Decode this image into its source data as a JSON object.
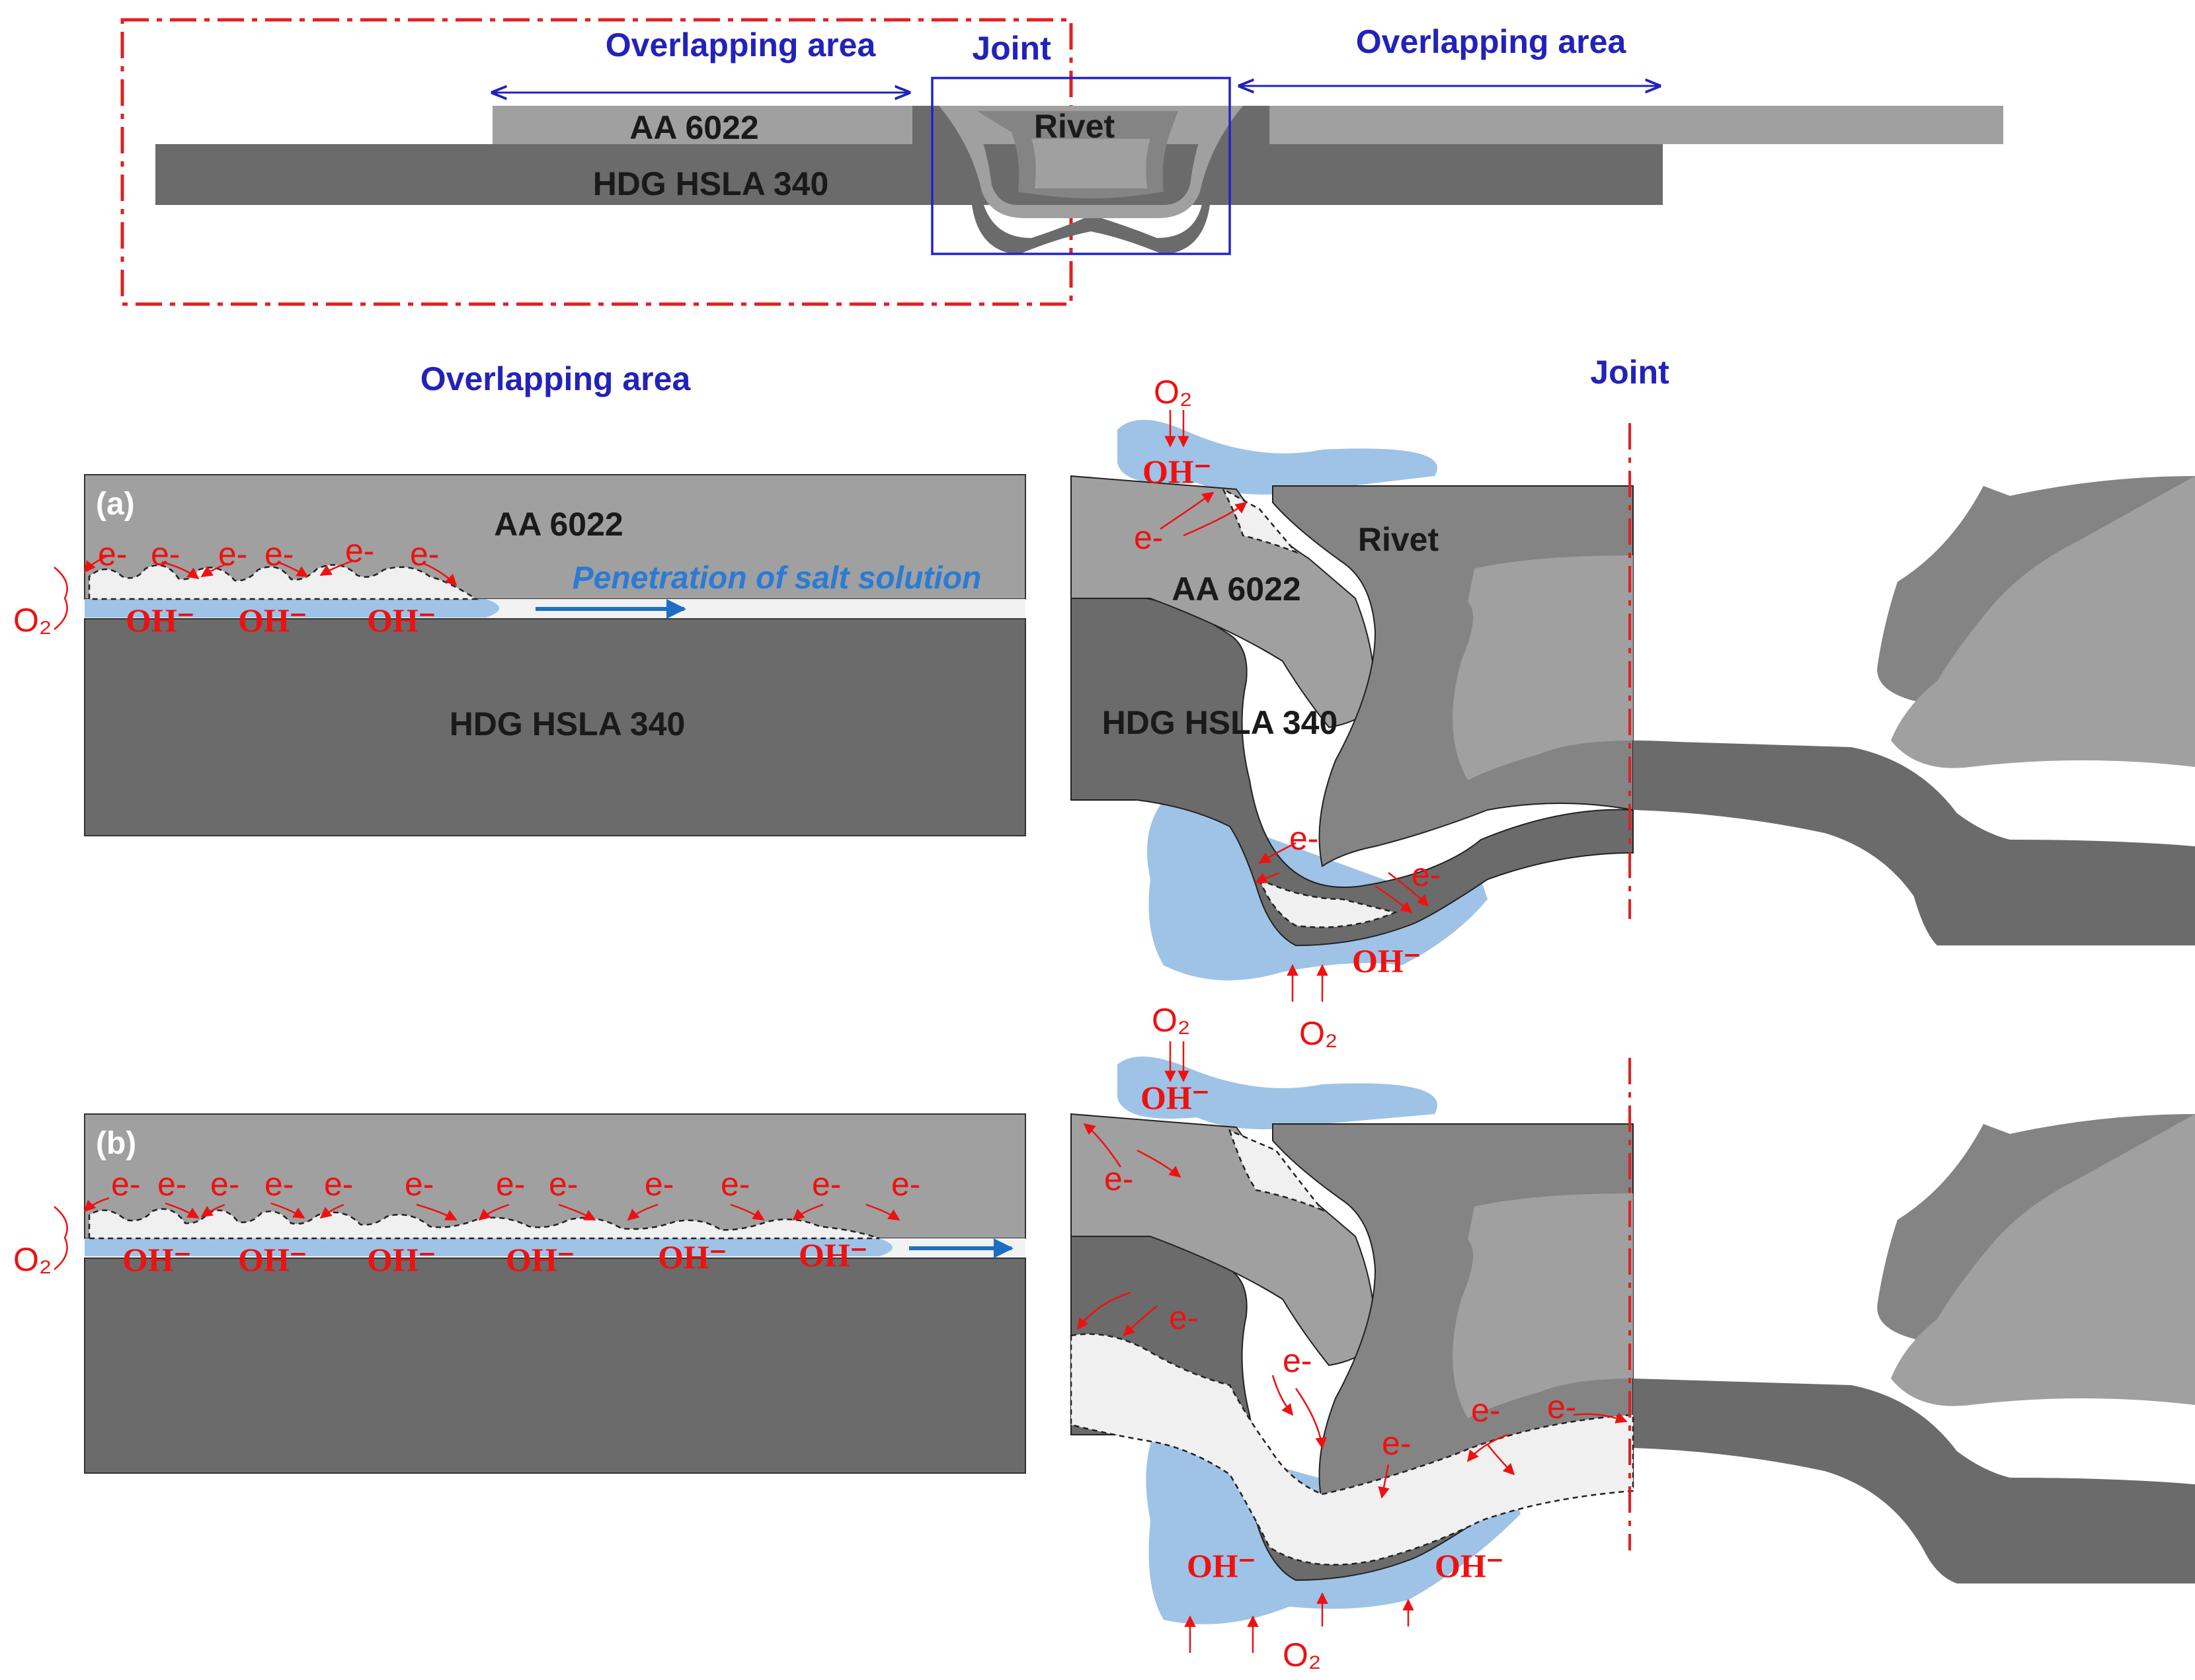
{
  "top_schematic": {
    "overlap_left_label": "Overlapping area",
    "joint_label": "Joint",
    "overlap_right_label": "Overlapping area",
    "sheet_top_label": "AA 6022",
    "sheet_bottom_label": "HDG HSLA 340",
    "rivet_label": "Rivet"
  },
  "section_titles": {
    "overlap": "Overlapping area",
    "joint": "Joint"
  },
  "panel_a": {
    "tag": "(a)",
    "top_label": "AA 6022",
    "bottom_label": "HDG HSLA 340",
    "penetration_label": "Penetration of salt solution",
    "electron": "e-",
    "hydroxide": "OH⁻",
    "oxygen": "O₂"
  },
  "joint_a": {
    "rivet_label": "Rivet",
    "top_label": "AA 6022",
    "bottom_label": "HDG HSLA 340",
    "electron": "e-",
    "hydroxide": "OH⁻",
    "oxygen": "O₂"
  },
  "panel_b": {
    "tag": "(b)",
    "electron": "e-",
    "hydroxide": "OH⁻",
    "oxygen": "O₂"
  },
  "joint_b": {
    "electron": "e-",
    "hydroxide": "OH⁻",
    "oxygen": "O₂"
  },
  "colors": {
    "aluminum": "#a0a0a0",
    "steel": "#6b6b6b",
    "rivet": "#848484",
    "electrolyte": "#9ec3e6",
    "corrosion": "#f0f0f0",
    "annotation_red": "#ee1111",
    "label_blue": "#2222bb"
  }
}
